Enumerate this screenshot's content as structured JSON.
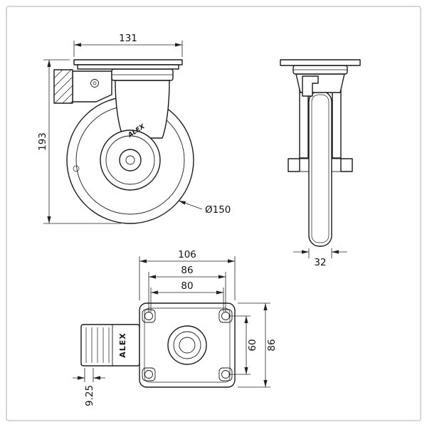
{
  "drawing": {
    "brand": "ALEX",
    "views": {
      "side": {
        "dims": {
          "plate_width": "131",
          "overall_height": "193",
          "wheel_diameter": "Ø150"
        }
      },
      "front": {
        "dims": {
          "wheel_width": "32"
        }
      },
      "top": {
        "dims": {
          "plate_width": "106",
          "bolt_spacing_width": "86",
          "slot_spacing_width": "80",
          "bolt_spacing_height": "60",
          "plate_height": "86",
          "pedal_segment": "9.25"
        }
      }
    },
    "colors": {
      "line": "#1a1a1a",
      "dimension": "#222222",
      "frame": "#c9c9c9",
      "background": "#ffffff"
    }
  }
}
